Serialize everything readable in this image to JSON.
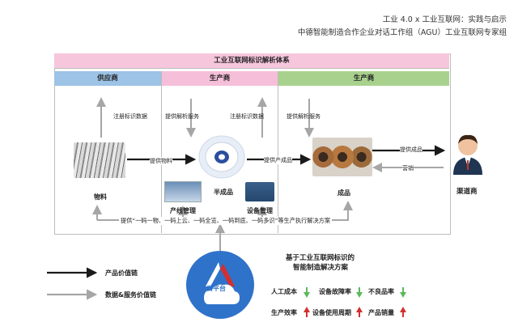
{
  "header": {
    "line1": "工业 4.0 x 工业互联网：实践与启示",
    "line2": "中德智能制造合作企业对话工作组（AGU）工业互联网专家组"
  },
  "diagram": {
    "title": "工业互联网标识解析体系",
    "columns": {
      "supplier": "供应商",
      "producer1": "生产商",
      "producer2": "生产商"
    },
    "labels": {
      "register_supplier": "注册标识数据",
      "provide_resolve_1": "提供解析服务",
      "register_producer": "注册标识数据",
      "provide_resolve_2": "提供解析服务",
      "provide_material": "提供物料",
      "provide_product_1": "提供产成品",
      "provide_product_2": "提供成品",
      "marketing": "营销",
      "material": "物料",
      "semi_product": "半成品",
      "line_mgmt": "产线管理",
      "equip_mgmt": "设备管理",
      "finished": "成品",
      "channel": "渠道商",
      "bottom_solution": "提供“一码一物、一码上云、一码全览、一码到底、一码多识”等生产执行解决方案"
    }
  },
  "legend": {
    "product_chain": "产品价值链",
    "data_chain": "数据&服务价值链"
  },
  "cloud": {
    "label": "云平台"
  },
  "solution": {
    "title_line1": "基于工业互联网标识的",
    "title_line2": "智能制造解决方案",
    "indicators": [
      {
        "label": "人工成本",
        "direction": "down"
      },
      {
        "label": "设备故障率",
        "direction": "down"
      },
      {
        "label": "不良品率",
        "direction": "down"
      },
      {
        "label": "生产效率",
        "direction": "up"
      },
      {
        "label": "设备使用周期",
        "direction": "up"
      },
      {
        "label": "产品销量",
        "direction": "up"
      }
    ]
  },
  "colors": {
    "pink": "#f6c6dc",
    "blue": "#9dc3e6",
    "pink2": "#f5bfd9",
    "green": "#a9d18e",
    "accent_red": "#d32f2f",
    "accent_green": "#5cb85c"
  }
}
